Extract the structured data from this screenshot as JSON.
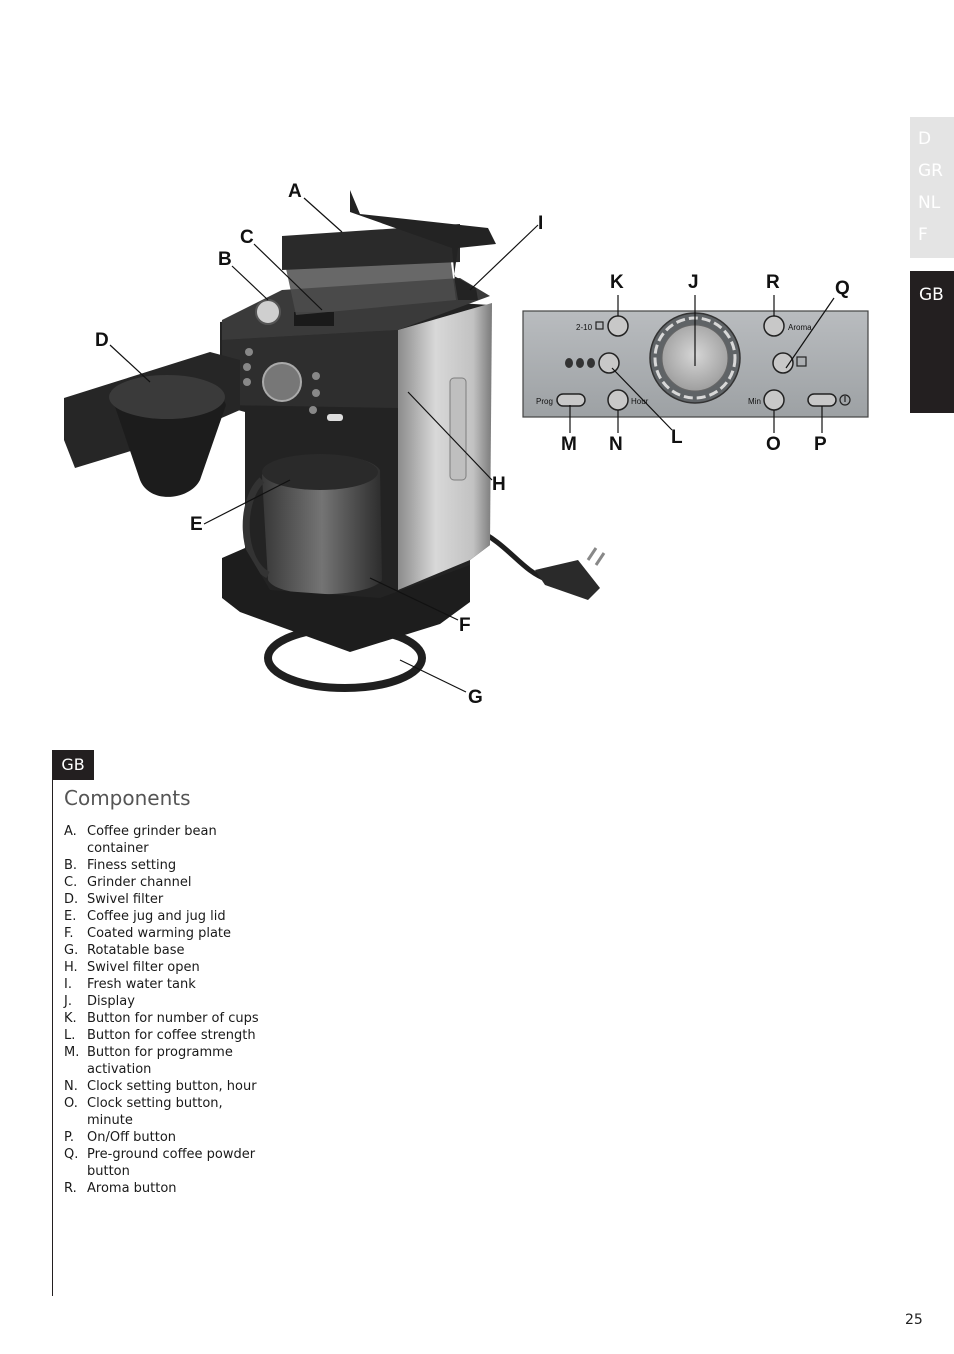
{
  "language_tabs": {
    "inactive": [
      "D",
      "GR",
      "NL",
      "F"
    ],
    "active": "GB"
  },
  "machine_callouts": [
    "A",
    "B",
    "C",
    "D",
    "E",
    "F",
    "G",
    "H",
    "I"
  ],
  "panel_callouts": [
    "K",
    "J",
    "R",
    "Q",
    "M",
    "N",
    "L",
    "O",
    "P"
  ],
  "panel_labels": {
    "cups": "2-10",
    "prog": "Prog",
    "hour": "Hour",
    "min": "Min",
    "aroma": "Aroma"
  },
  "section": {
    "badge": "GB",
    "title": "Components"
  },
  "components": [
    {
      "letter": "A.",
      "text": "Coffee grinder bean container"
    },
    {
      "letter": "B.",
      "text": "Finess setting"
    },
    {
      "letter": "C.",
      "text": "Grinder channel"
    },
    {
      "letter": "D.",
      "text": "Swivel filter"
    },
    {
      "letter": "E.",
      "text": "Coffee jug and jug lid"
    },
    {
      "letter": "F.",
      "text": "Coated warming plate"
    },
    {
      "letter": "G.",
      "text": "Rotatable base"
    },
    {
      "letter": "H.",
      "text": "Swivel filter open"
    },
    {
      "letter": "I.",
      "text": "Fresh water tank"
    },
    {
      "letter": "J.",
      "text": "Display"
    },
    {
      "letter": "K.",
      "text": "Button for number of cups"
    },
    {
      "letter": "L.",
      "text": "Button for coffee strength"
    },
    {
      "letter": "M.",
      "text": "Button for programme activation"
    },
    {
      "letter": "N.",
      "text": "Clock setting button, hour"
    },
    {
      "letter": "O.",
      "text": "Clock setting button, minute"
    },
    {
      "letter": "P.",
      "text": "On/Off button"
    },
    {
      "letter": "Q.",
      "text": "Pre-ground coffee powder button"
    },
    {
      "letter": "R.",
      "text": "Aroma button"
    }
  ],
  "page_number": "25"
}
